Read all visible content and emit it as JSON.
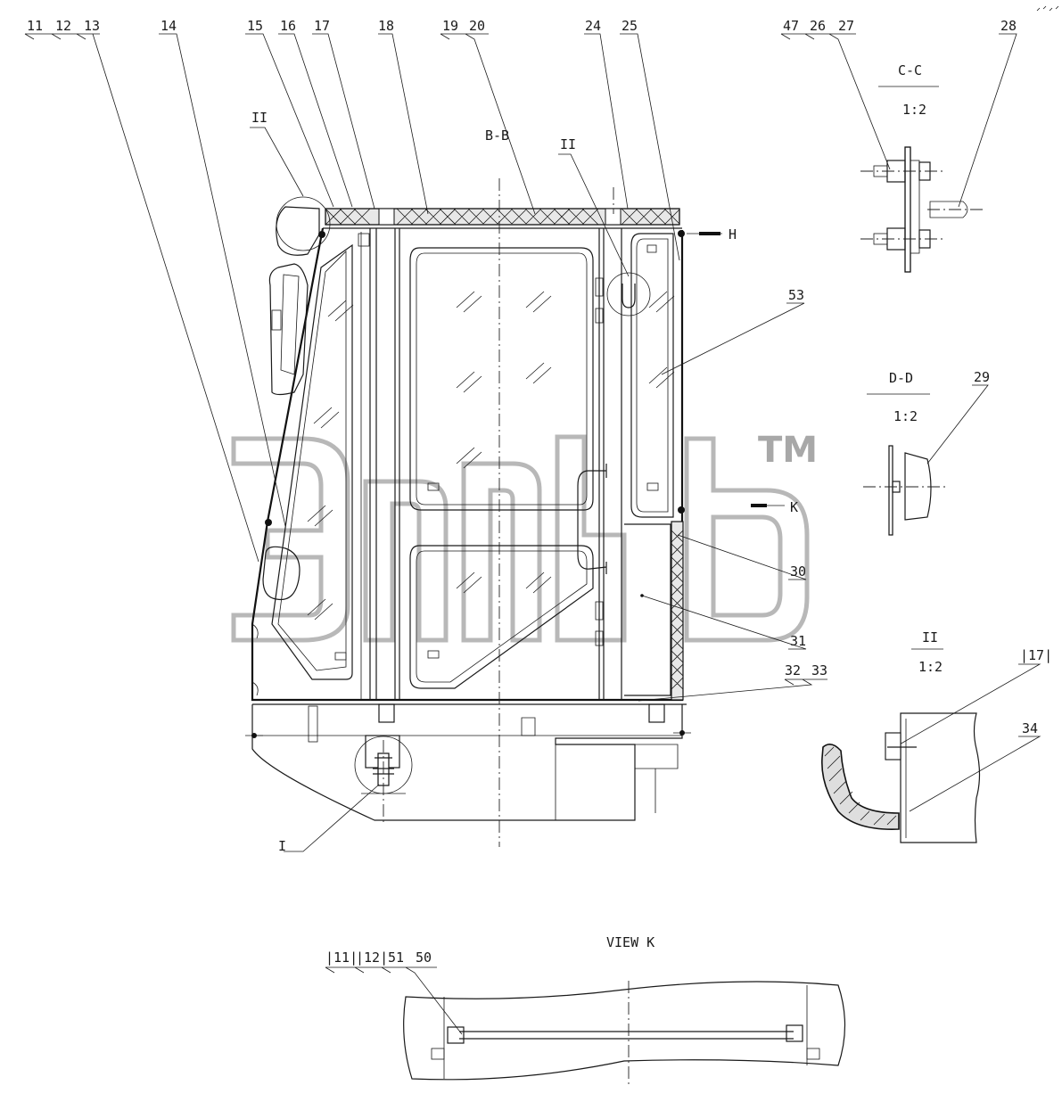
{
  "callouts": {
    "top_group_a": [
      "11",
      "12",
      "13"
    ],
    "c14": "14",
    "c15": "15",
    "c16": "16",
    "c17": "17",
    "c18": "18",
    "top_group_b": [
      "19",
      "20"
    ],
    "c24": "24",
    "c25": "25",
    "top_group_c": [
      "47",
      "26",
      "27"
    ],
    "c28": "28",
    "c53": "53",
    "c29": "29",
    "c30": "30",
    "c31": "31",
    "bottom_group": [
      "32",
      "33"
    ],
    "c34": "34",
    "detail_ref_17": "|17|",
    "view_k_group": [
      "|11|",
      "|12|",
      "51",
      "50"
    ]
  },
  "section_labels": {
    "bb": "B-B",
    "cc": "C-C",
    "cc_scale": "1:2",
    "dd": "D-D",
    "dd_scale": "1:2",
    "detail_ii": "II",
    "detail_ii_scale": "1:2",
    "view_k": "VIEW K"
  },
  "markers": {
    "ii_left": "II",
    "ii_mid": "II",
    "i_bottom": "I",
    "h": "H",
    "k": "K"
  },
  "watermark": {
    "trademark": "TM",
    "color": "#b8b8b8"
  }
}
